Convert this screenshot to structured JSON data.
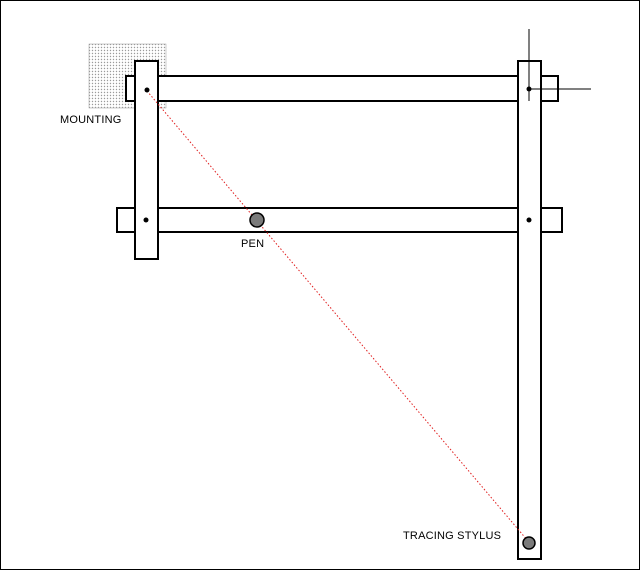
{
  "labels": {
    "mounting": "MOUNTING",
    "pen": "PEN",
    "tracing_stylus": "TRACING STYLUS"
  },
  "colors": {
    "outline": "#000000",
    "fill": "#ffffff",
    "tracing_line": "#e02020",
    "pen_fill": "#7a7a7a",
    "stylus_fill": "#7a7a7a",
    "mount_dots": "#9a9a9a"
  }
}
